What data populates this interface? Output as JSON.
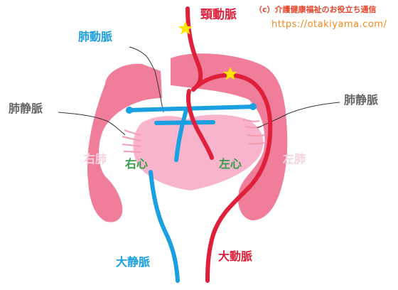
{
  "header": {
    "copyright": "（c）介護健康福祉のお役立ち通信",
    "url": "https://otakiyama.com/"
  },
  "labels": {
    "carotid_artery": "頸動脈",
    "pulmonary_artery": "肺動脈",
    "pulmonary_vein_left": "肺静脈",
    "pulmonary_vein_right": "肺静脈",
    "right_lung": "右肺",
    "left_lung": "左肺",
    "right_heart": "右心",
    "left_heart": "左心",
    "vena_cava": "大静脈",
    "aorta": "大動脈"
  },
  "colors": {
    "lung": "#f07d99",
    "heart": "#f8b4cc",
    "artery_red": "#e01f3a",
    "vein_blue": "#1a9fe0",
    "star": "#ffe600",
    "leader_line": "#333333",
    "vessel_pink": "#f59bb0"
  }
}
